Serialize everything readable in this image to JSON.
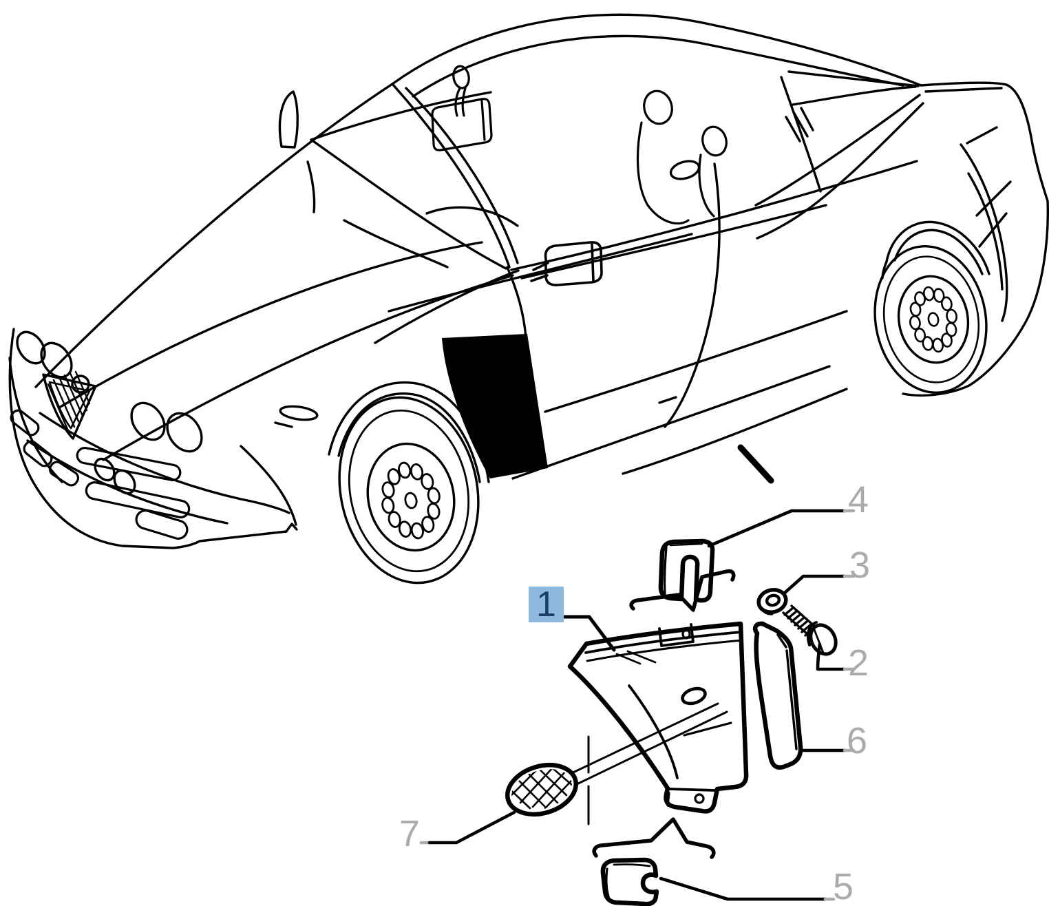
{
  "colors": {
    "background": "#ffffff",
    "line": "#000000",
    "callout_gray": "#ababab",
    "highlight_bg": "#8fb9dc",
    "highlight_number": "#1b3f66"
  },
  "callouts": [
    {
      "number": "1",
      "highlighted": true
    },
    {
      "number": "2",
      "highlighted": false
    },
    {
      "number": "3",
      "highlighted": false
    },
    {
      "number": "4",
      "highlighted": false
    },
    {
      "number": "5",
      "highlighted": false
    },
    {
      "number": "6",
      "highlighted": false
    },
    {
      "number": "7",
      "highlighted": false
    }
  ]
}
